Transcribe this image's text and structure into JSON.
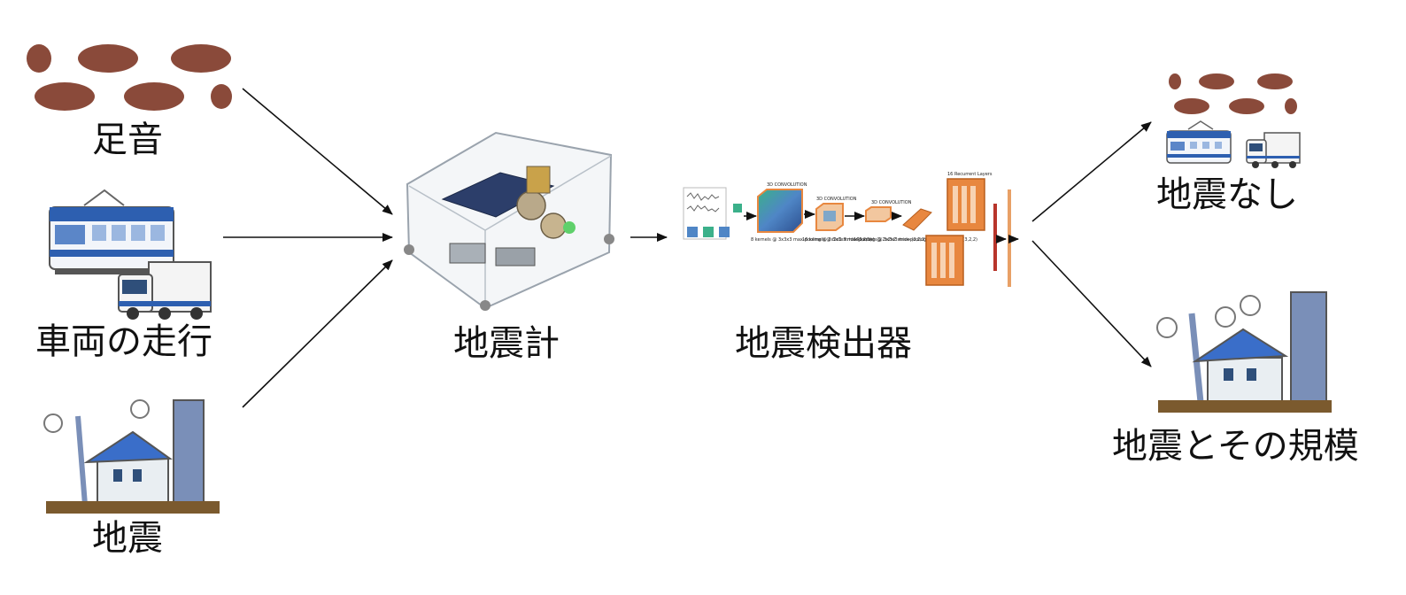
{
  "inputs": {
    "footsteps": "足音",
    "vehicles": "車両の走行",
    "earthquake": "地震"
  },
  "device": {
    "label": "地震計"
  },
  "detector": {
    "label": "地震検出器",
    "stages": [
      "3D CONVOLUTION",
      "3D CONVOLUTION",
      "3D CONVOLUTION",
      "16 Recurrent Layers"
    ],
    "stage_notes": [
      "8 kernels @ 3x3x3 max-pooling @ 3x2x1 stride (1,2,1)",
      "16 kernels @ 3x3x3 max-pooling @ 2x2x2 stride (2,2,2)",
      "16 kernels @ 3x3x3 max-pooling @ 3x2x2 stride (3,2,2)"
    ]
  },
  "outputs": {
    "none": "地震なし",
    "quake": "地震とその規模"
  },
  "colors": {
    "brown": "#8a4a3a",
    "train_blue": "#2d5fb0",
    "roof_blue": "#3a6ec9",
    "ground": "#7b5a2e",
    "orange": "#e8873f"
  }
}
